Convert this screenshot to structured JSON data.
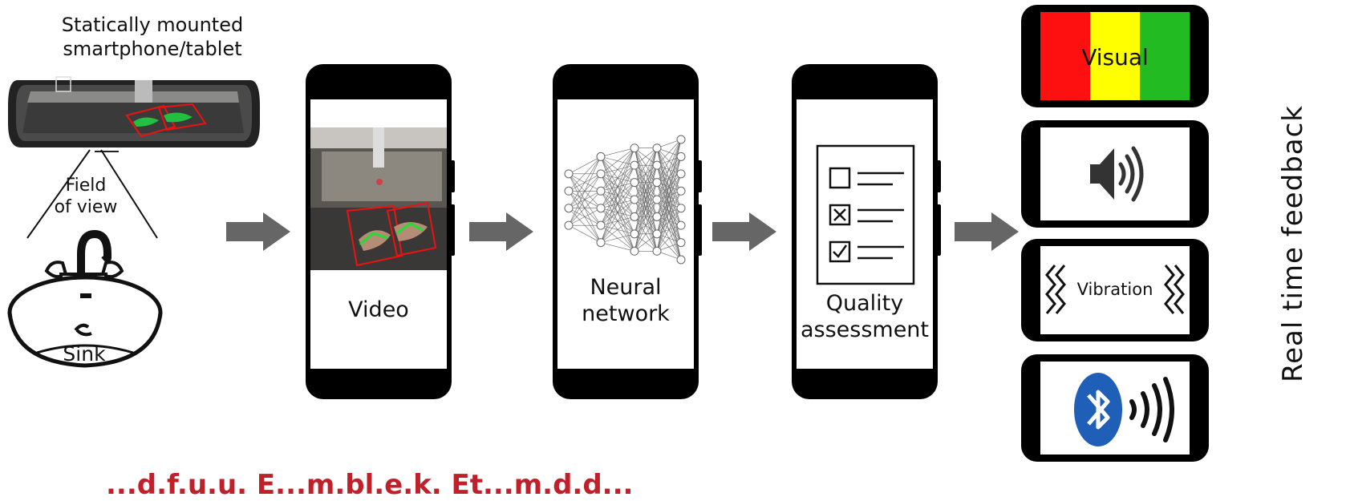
{
  "mount": {
    "caption_line1": "Statically mounted",
    "caption_line2": "smartphone/tablet",
    "fov_line1": "Field",
    "fov_line2": "of view",
    "sink_label": "Sink"
  },
  "steps": [
    {
      "label_line1": "Video",
      "label_line2": ""
    },
    {
      "label_line1": "Neural",
      "label_line2": "network"
    },
    {
      "label_line1": "Quality",
      "label_line2": "assessment"
    }
  ],
  "feedback": {
    "title": "Real time feedback",
    "visual_label": "Visual",
    "visual_colors": [
      "#ff1010",
      "#ffff00",
      "#22bb22"
    ],
    "audio_icon": "speaker-icon",
    "vibration_label": "Vibration",
    "bluetooth_icon": "bluetooth-icon",
    "bluetooth_color": "#1f5fb8"
  },
  "footer_text": "...d.f.u.u. E...m.bl.e.k. Et...m.d.d..."
}
